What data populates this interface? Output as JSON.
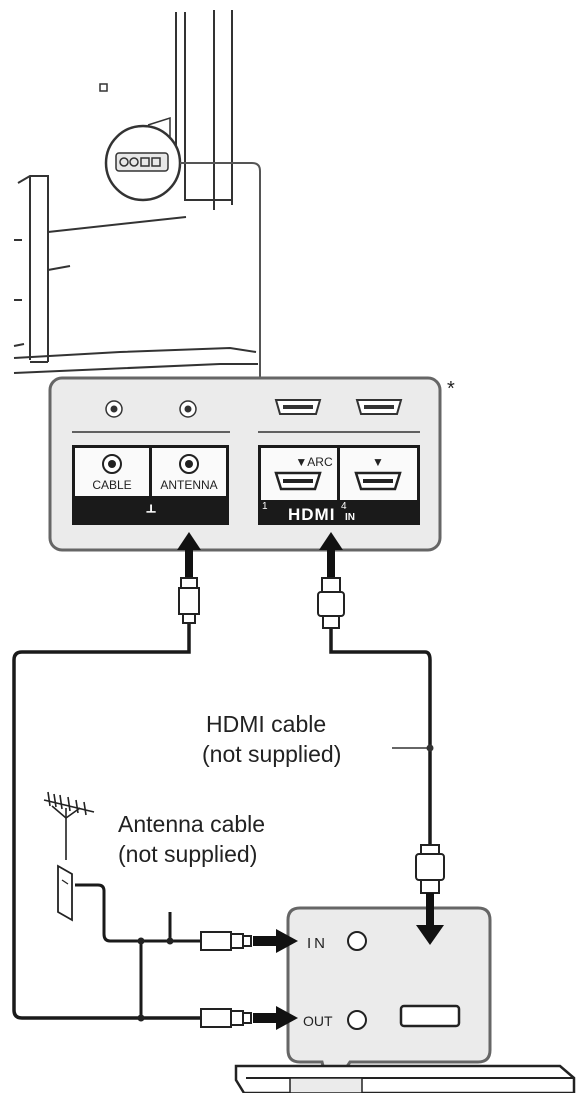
{
  "diagram": {
    "asterisk": "*",
    "tv_panel": {
      "cable_port_label": "CABLE",
      "antenna_port_label": "ANTENNA",
      "rf_group_symbol": "ᚆ",
      "hdmi_port_1_tag": "▼ARC",
      "hdmi_port_1_number": "1",
      "hdmi_port_4_tag": "▼",
      "hdmi_port_4_number": "4",
      "hdmi_logo": "HDMI",
      "hdmi_in_label": "IN"
    },
    "hdmi_cable_label_1": "HDMI cable",
    "hdmi_cable_label_2": "(not supplied)",
    "antenna_cable_label_1": "Antenna cable",
    "antenna_cable_label_2": "(not supplied)",
    "device_panel": {
      "in_label": "IN",
      "out_label": "OUT"
    }
  }
}
